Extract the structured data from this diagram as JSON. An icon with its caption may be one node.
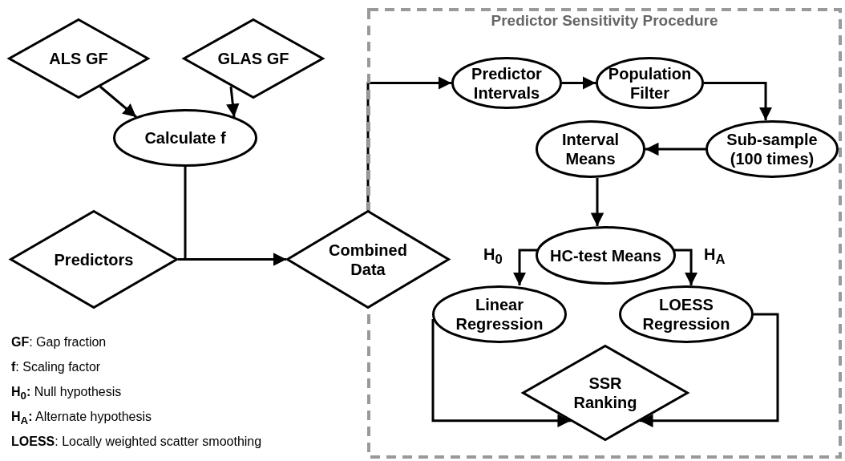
{
  "diagram": {
    "nodes": [
      {
        "text": [
          "Predictor Sensitivity Procedure"
        ]
      },
      {
        "text": [
          "ALS GF"
        ]
      },
      {
        "text": [
          "GLAS GF"
        ]
      },
      {
        "text": [
          "Calculate f"
        ]
      },
      {
        "text": [
          "Predictors"
        ]
      },
      {
        "text": [
          "Combined Data"
        ]
      },
      {
        "text": [
          "Predictor Intervals"
        ],
        "in": 0
      },
      {
        "text": [
          "Population Filter"
        ],
        "in": 0
      },
      {
        "text": [
          "Sub-sample (100 times)"
        ],
        "in": 0
      },
      {
        "text": [
          "Interval Means"
        ],
        "in": 0
      },
      {
        "text": [
          "HC-test Means"
        ],
        "in": 0
      },
      {
        "text": [
          "Linear Regression"
        ],
        "in": 0
      },
      {
        "text": [
          "LOESS Regression"
        ],
        "in": 0
      },
      {
        "text": [
          "SSR Ranking"
        ],
        "in": 0
      }
    ],
    "edges": [
      {
        "from": 1,
        "to": 3,
        "arrow": "to"
      },
      {
        "from": 2,
        "to": 3,
        "arrow": "to"
      },
      {
        "from": 3,
        "to": 5,
        "arrow": "to"
      },
      {
        "from": 4,
        "to": 5,
        "arrow": "to"
      },
      {
        "from": 5,
        "to": 6,
        "arrow": "to"
      },
      {
        "from": 6,
        "to": 7,
        "arrow": "to"
      },
      {
        "from": 7,
        "to": 8,
        "arrow": "to"
      },
      {
        "from": 8,
        "to": 9,
        "arrow": "to"
      },
      {
        "from": 9,
        "to": 10,
        "arrow": "to"
      },
      {
        "from": 10,
        "to": 11,
        "arrow": "to",
        "label": "H$_{0}$"
      },
      {
        "from": 10,
        "to": 12,
        "arrow": "to",
        "label": "H$_{A}$"
      },
      {
        "from": 11,
        "to": 13,
        "arrow": "to"
      },
      {
        "from": 12,
        "to": 13,
        "arrow": "to"
      }
    ],
    "labels": [
      "**GF**: Gap fraction",
      "**f**: Scaling factor",
      "**H$_{0}$:** Null hypothesis",
      "**H$_{A}$:** Alternate hypothesis",
      "**LOESS**: Locally weighted scatter smoothing"
    ]
  }
}
